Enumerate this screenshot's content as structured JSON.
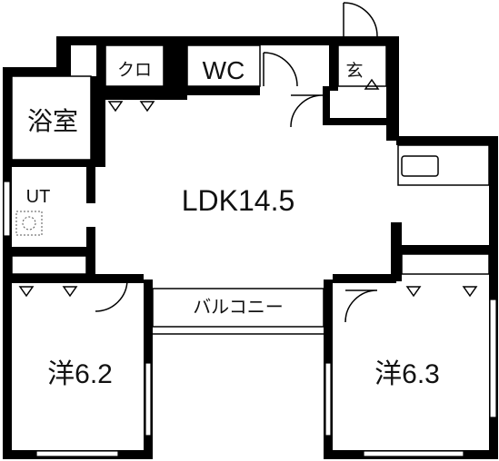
{
  "rooms": {
    "ldk": "LDK14.5",
    "bath": "浴室",
    "ut": "UT",
    "wc": "WC",
    "closet": "クロ",
    "entrance": "玄",
    "balcony": "バルコニー",
    "western_left": "洋6.2",
    "western_right": "洋6.3"
  },
  "colors": {
    "wall": "#000000",
    "background": "#ffffff"
  }
}
